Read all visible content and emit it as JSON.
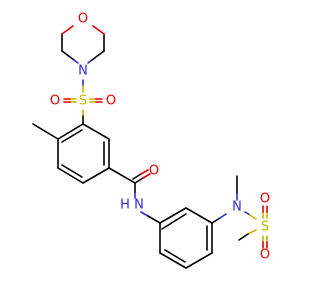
{
  "colors": {
    "background": "#ffffff",
    "carbon_bond": "#000000",
    "oxygen": "#e60000",
    "nitrogen": "#2c2cdc",
    "sulfur": "#c8b400"
  },
  "atoms": {
    "morpholine_o": "O",
    "morpholine_n": "N",
    "sulfonyl1_s": "S",
    "sulfonyl1_o_left": "O",
    "sulfonyl1_o_right": "O",
    "amide_o": "O",
    "amide_n": "N",
    "amide_h": "H",
    "sulfonamide_n": "N",
    "sulfonyl2_s": "S",
    "sulfonyl2_o_top": "O",
    "sulfonyl2_o_bottom": "O"
  }
}
